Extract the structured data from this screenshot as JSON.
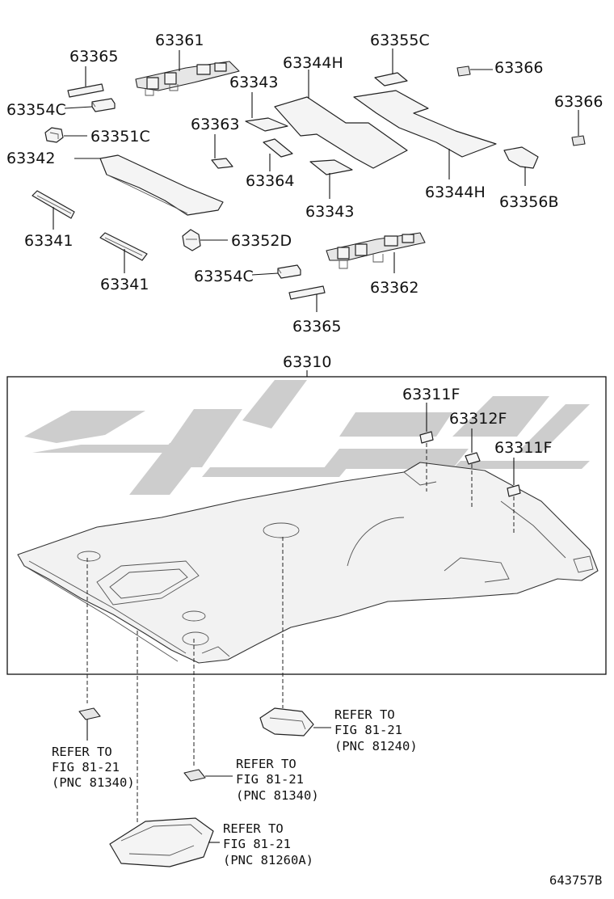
{
  "labels": {
    "p63365a": "63365",
    "p63361": "63361",
    "p63355c": "63355C",
    "p63366a": "63366",
    "p63343a": "63343",
    "p63344ha": "63344H",
    "p63354ca": "63354C",
    "p63366b": "63366",
    "p63351c": "63351C",
    "p63363": "63363",
    "p63342": "63342",
    "p63364": "63364",
    "p63344hb": "63344H",
    "p63356b": "63356B",
    "p63343b": "63343",
    "p63341a": "63341",
    "p63352d": "63352D",
    "p63341b": "63341",
    "p63354cb": "63354C",
    "p63362": "63362",
    "p63365b": "63365",
    "p63310": "63310",
    "p63311fa": "63311F",
    "p63312f": "63312F",
    "p63311fb": "63311F"
  },
  "references": {
    "ref1": {
      "line1": "REFER TO",
      "line2": "FIG 81-21",
      "line3": "(PNC 81240)"
    },
    "ref2": {
      "line1": "REFER TO",
      "line2": "FIG 81-21",
      "line3": "(PNC 81340)"
    },
    "ref3": {
      "line1": "REFER TO",
      "line2": "FIG 81-21",
      "line3": "(PNC 81340)"
    },
    "ref4": {
      "line1": "REFER TO",
      "line2": "FIG 81-21",
      "line3": "(PNC 81260A)"
    }
  },
  "figure_id": "643757B",
  "colors": {
    "line": "#222222",
    "watermark": "#c8c8c8",
    "background": "#ffffff"
  }
}
